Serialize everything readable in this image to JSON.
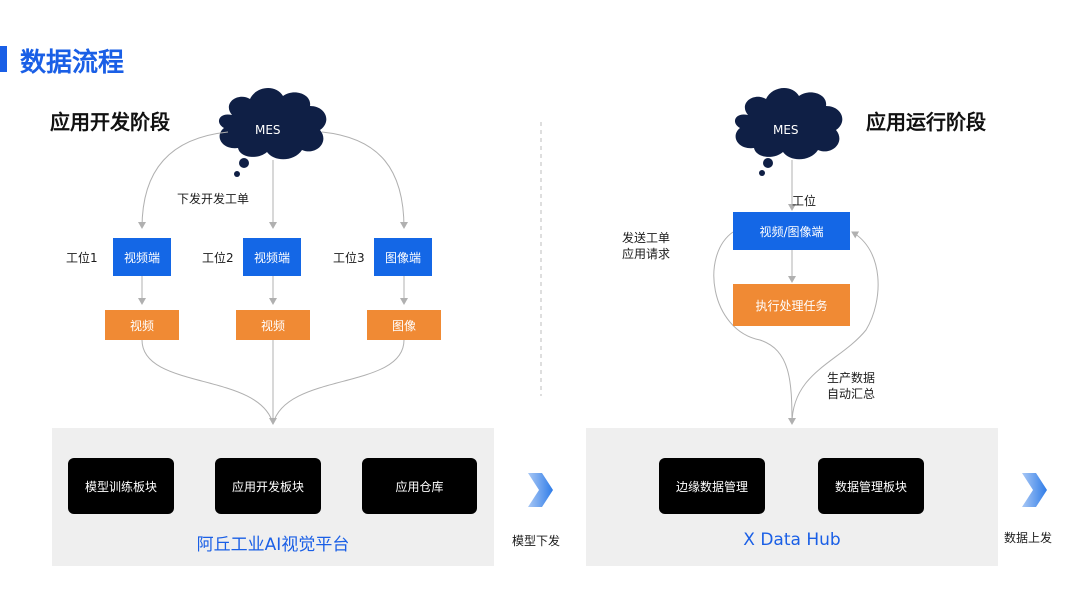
{
  "header": {
    "title": "数据流程"
  },
  "dev_stage": {
    "title": "应用开发阶段",
    "cloud_label": "MES",
    "dispatch_label": "下发开发工单",
    "stations": [
      {
        "station": "工位1",
        "terminal": "视频端",
        "output": "视频"
      },
      {
        "station": "工位2",
        "terminal": "视频端",
        "output": "视频"
      },
      {
        "station": "工位3",
        "terminal": "图像端",
        "output": "图像"
      }
    ],
    "platform": {
      "blocks": [
        "模型训练板块",
        "应用开发板块",
        "应用仓库"
      ],
      "name": "阿丘工业AI视觉平台"
    },
    "next_label": "模型下发"
  },
  "run_stage": {
    "title": "应用运行阶段",
    "cloud_label": "MES",
    "station_label": "工位",
    "terminal": "视频/图像端",
    "task": "执行处理任务",
    "left_note_line1": "发送工单",
    "left_note_line2": "应用请求",
    "right_note_line1": "生产数据",
    "right_note_line2": "自动汇总",
    "hub": {
      "blocks": [
        "边缘数据管理",
        "数据管理板块"
      ],
      "name": "X Data Hub"
    },
    "next_label": "数据上发"
  },
  "colors": {
    "accent_blue": "#1a5fe6",
    "terminal_blue": "#1467e6",
    "output_orange": "#f08a34",
    "cloud_navy": "#0f1f45",
    "panel_gray": "#efefef"
  }
}
